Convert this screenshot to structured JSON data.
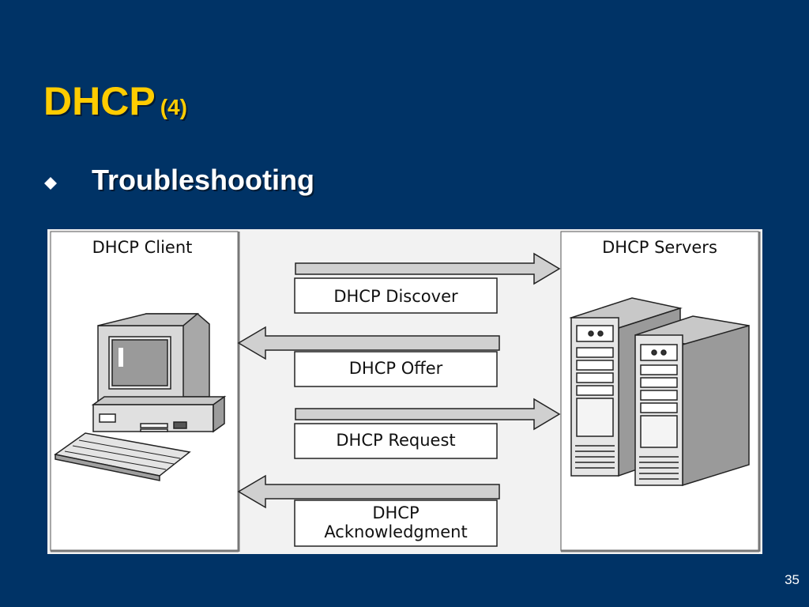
{
  "slide": {
    "title": "DHCP",
    "title_suffix": "(4)",
    "bullet": "Troubleshooting",
    "page_number": "35"
  },
  "diagram": {
    "client_label": "DHCP Client",
    "servers_label": "DHCP Servers",
    "messages": [
      {
        "line1": "DHCP Discover",
        "line2": "",
        "direction": "to-server"
      },
      {
        "line1": "DHCP Offer",
        "line2": "",
        "direction": "to-client"
      },
      {
        "line1": "DHCP Request",
        "line2": "",
        "direction": "to-server"
      },
      {
        "line1": "DHCP",
        "line2": "Acknowledgment",
        "direction": "to-client"
      }
    ]
  },
  "colors": {
    "background": "#003366",
    "title": "#ffcc00",
    "text": "#ffffff",
    "panel": "#ffffff",
    "arrow": "#d0d0d0"
  }
}
